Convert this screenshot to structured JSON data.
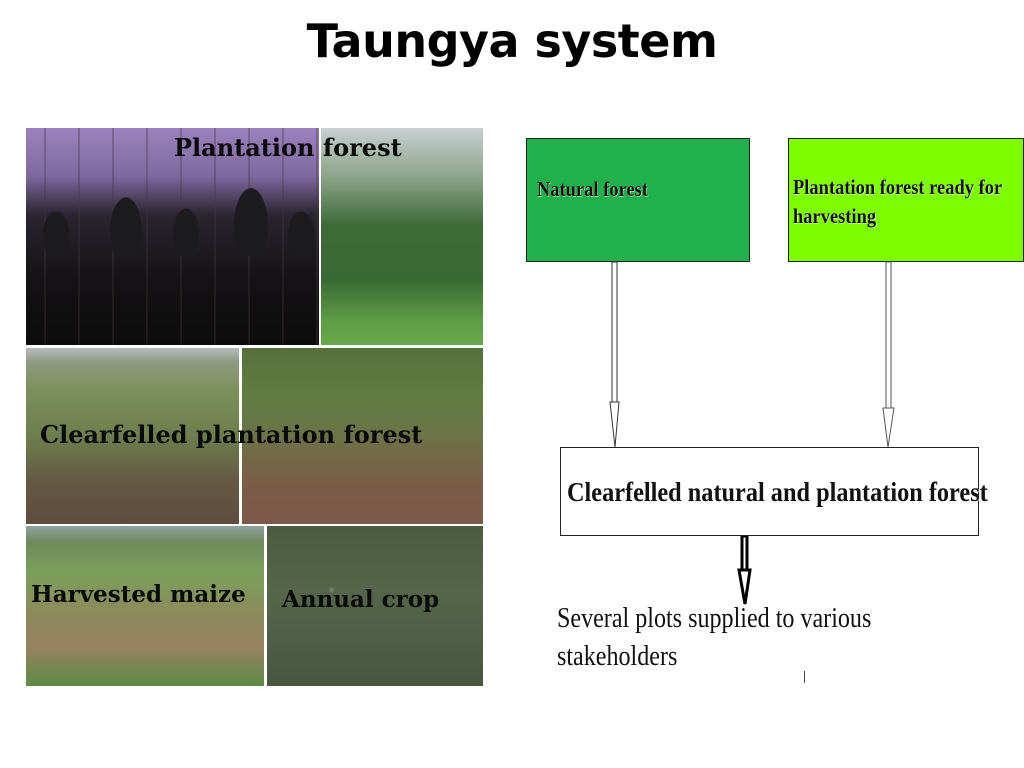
{
  "slide": {
    "title": "Taungya system"
  },
  "collage": {
    "labels": [
      "Plantation forest",
      "Clearfelled plantation forest",
      "Harvested maize",
      "Annual crop"
    ]
  },
  "flow": {
    "sources": [
      {
        "label": "Natural forest",
        "color": "#21b04a"
      },
      {
        "label": "Plantation forest ready for harvesting",
        "color": "#7efd00"
      }
    ],
    "merged": {
      "label": "Clearfelled natural and plantation forest"
    },
    "result": {
      "label": "Several plots supplied to various stakeholders"
    }
  }
}
